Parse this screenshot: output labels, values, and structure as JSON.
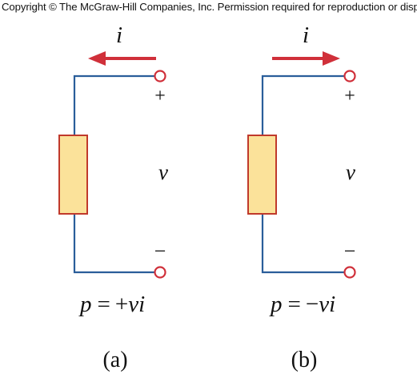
{
  "copyright": "Copyright © The McGraw-Hill Companies, Inc. Permission required for reproduction or display",
  "colors": {
    "wire": "#2a5e9a",
    "arrow": "#d0303a",
    "terminal": "#d0303a",
    "resistor_fill": "#fbe29a",
    "resistor_stroke": "#c0392b",
    "text": "#111111"
  },
  "panels": [
    {
      "current_label": "i",
      "current_direction": "left",
      "plus_sign": "+",
      "minus_sign": "−",
      "voltage_label": "v",
      "power_formula": {
        "p": "p",
        "equals": "=",
        "sign": "+",
        "term": "vi"
      },
      "caption": "(a)"
    },
    {
      "current_label": "i",
      "current_direction": "right",
      "plus_sign": "+",
      "minus_sign": "−",
      "voltage_label": "v",
      "power_formula": {
        "p": "p",
        "equals": "=",
        "sign": "−",
        "term": "vi"
      },
      "caption": "(b)"
    }
  ]
}
